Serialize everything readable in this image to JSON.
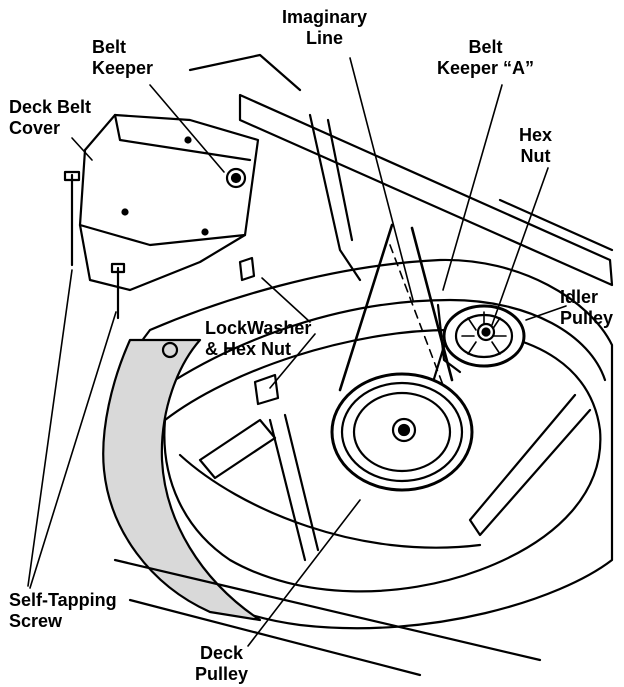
{
  "labels": {
    "imaginary_line": [
      "Imaginary",
      "Line"
    ],
    "belt_keeper": [
      "Belt",
      "Keeper"
    ],
    "belt_keeper_a": [
      "Belt",
      "Keeper “A”"
    ],
    "deck_belt_cover": [
      "Deck Belt",
      "Cover"
    ],
    "hex_nut": [
      "Hex",
      "Nut"
    ],
    "idler_pulley": [
      "Idler",
      "Pulley"
    ],
    "lockwasher_hex_nut": [
      "LockWasher",
      "& Hex Nut"
    ],
    "self_tapping_screw": [
      "Self-Tapping",
      "Screw"
    ],
    "deck_pulley": [
      "Deck",
      "Pulley"
    ]
  },
  "colors": {
    "ink": "#000000",
    "paper": "#ffffff",
    "shade": "#d9d9d9"
  }
}
